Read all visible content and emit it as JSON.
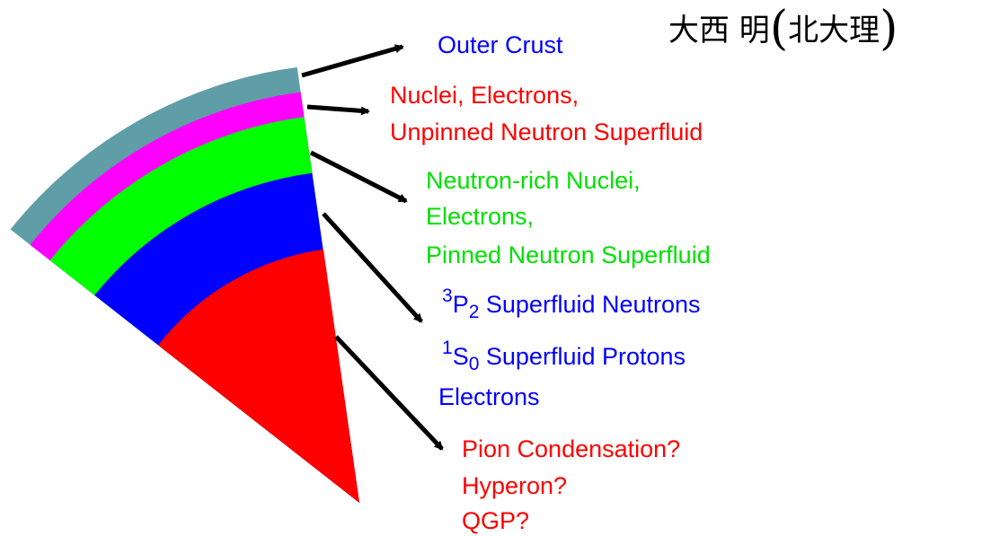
{
  "author": {
    "name": "大西 明",
    "affiliation": "北大理"
  },
  "colors": {
    "outer_crust": "#5f9ea7",
    "inner_crust_top": "#ff00ff",
    "inner_crust": "#00ff00",
    "outer_core": "#0000ff",
    "inner_core": "#ff0000",
    "arrow": "#000000"
  },
  "labels": {
    "outer_crust": "Outer Crust",
    "nuclei_line1": "Nuclei, Electrons,",
    "nuclei_line2": "Unpinned Neutron Superfluid",
    "nrich_line1": "Neutron-rich Nuclei,",
    "nrich_line2": "Electrons,",
    "nrich_line3": "Pinned Neutron Superfluid",
    "p2_sup": "3",
    "p2_main": "P",
    "p2_sub": "2",
    "p2_rest": " Superfluid Neutrons",
    "s0_sup": "1",
    "s0_main": "S",
    "s0_sub": "0",
    "s0_rest": " Superfluid Protons",
    "electrons": "Electrons",
    "core_line1": "Pion Condensation?",
    "core_line2": "Hyperon?",
    "core_line3": "QGP?"
  }
}
